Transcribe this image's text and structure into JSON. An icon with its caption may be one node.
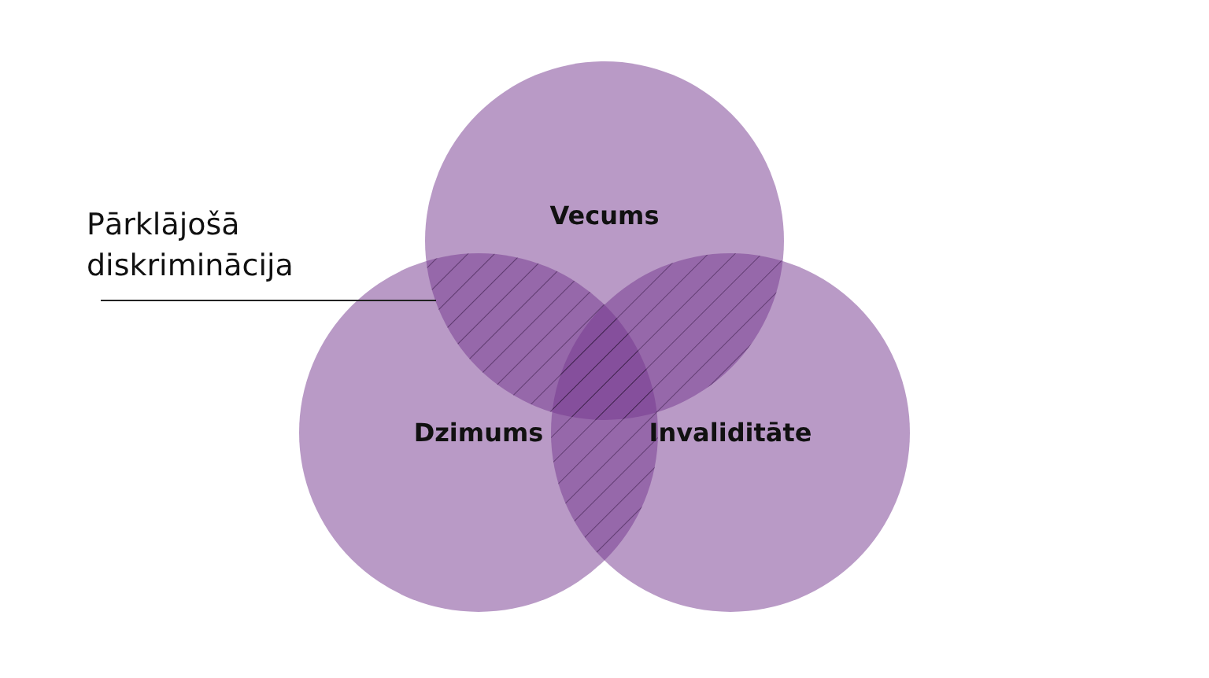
{
  "diagram": {
    "nodes": [
      {
        "text": [
          "Vecums"
        ]
      },
      {
        "text": [
          "Dzimums"
        ]
      },
      {
        "text": [
          "Invaliditāte"
        ]
      },
      {
        "text": [
          "Pārklājošā diskriminācija"
        ]
      },
      {
        "text": [],
        "shape": "lens"
      }
    ],
    "edges": [
      {
        "from": 3,
        "to": 4,
        "arrow": "none"
      }
    ]
  }
}
